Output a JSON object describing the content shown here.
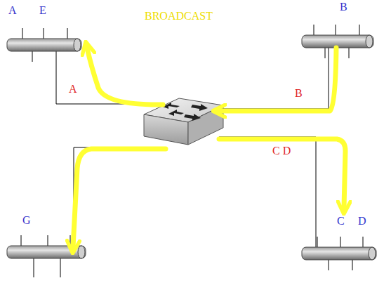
{
  "diagram": {
    "title": "BROADCAST",
    "labels": [
      "A",
      "E",
      "B",
      "A",
      "B",
      "C D",
      "G",
      "C",
      "D"
    ]
  }
}
